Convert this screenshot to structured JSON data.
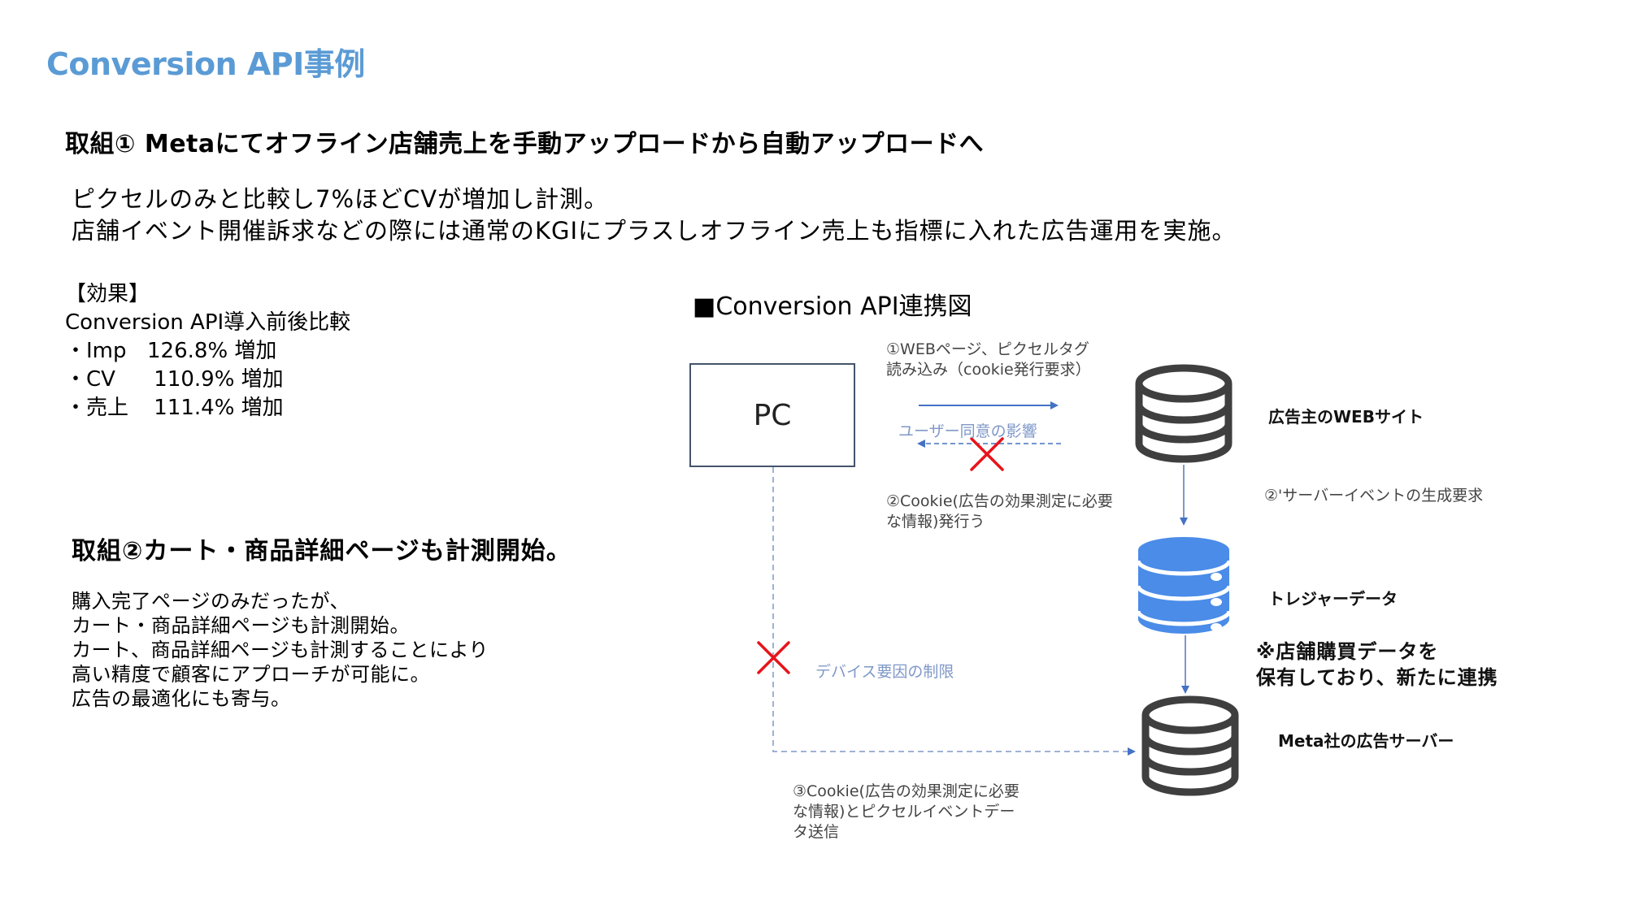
{
  "page": {
    "title": "Conversion API事例"
  },
  "initiative1": {
    "heading": "取組① Metaにてオフライン店舗売上を手動アップロードから自動アップロードへ",
    "summary": [
      "ピクセルのみと比較し7%ほどCVが増加し計測。",
      "店舗イベント開催訴求などの際には通常のKGIにプラスしオフライン売上も指標に入れた広告運用を実施。"
    ]
  },
  "effect": {
    "label": "【効果】",
    "subtitle": "Conversion API導入前後比較",
    "metrics": [
      {
        "bullet": "・",
        "name": "Imp",
        "value": "126.8% 増加"
      },
      {
        "bullet": "・",
        "name": "CV",
        "value": " 110.9% 増加"
      },
      {
        "bullet": "・",
        "name": "売上",
        "value": " 111.4% 増加"
      }
    ]
  },
  "initiative2": {
    "heading": "取組②カート・商品詳細ページも計測開始。",
    "body": [
      "購入完了ページのみだったが、",
      "カート・商品詳細ページも計測開始。",
      "カート、商品詳細ページも計測することにより",
      "高い精度で顧客にアプローチが可能に。",
      "広告の最適化にも寄与。"
    ]
  },
  "diagram": {
    "title": "■Conversion API連携図",
    "nodes": {
      "pc": "PC",
      "website": "広告主のWEBサイト",
      "treasure": "トレジャーデータ",
      "meta": "Meta社の広告サーバー"
    },
    "labels": {
      "step1": [
        "①WEBページ、ピクセルタグ",
        "読み込み（cookie発行要求）"
      ],
      "consent": "ユーザー同意の影響",
      "step2": [
        "②Cookie(広告の効果測定に必要",
        "な情報)発行う"
      ],
      "step2b": "②'サーバーイベントの生成要求",
      "device": "デバイス要因の制限",
      "step3": [
        "③Cookie(広告の効果測定に必要",
        "な情報)とピクセルイベントデー",
        "タ送信"
      ],
      "note": [
        "※店舗購買データを",
        "保有しており、新たに連携"
      ]
    },
    "colors": {
      "title": "#5B9BD5",
      "arrow": "#4472C4",
      "blocked": "#E8141B",
      "db_outline": "#3F3F3F",
      "db_fill": "#4A8CE8",
      "pc_border": "#44546A"
    }
  }
}
